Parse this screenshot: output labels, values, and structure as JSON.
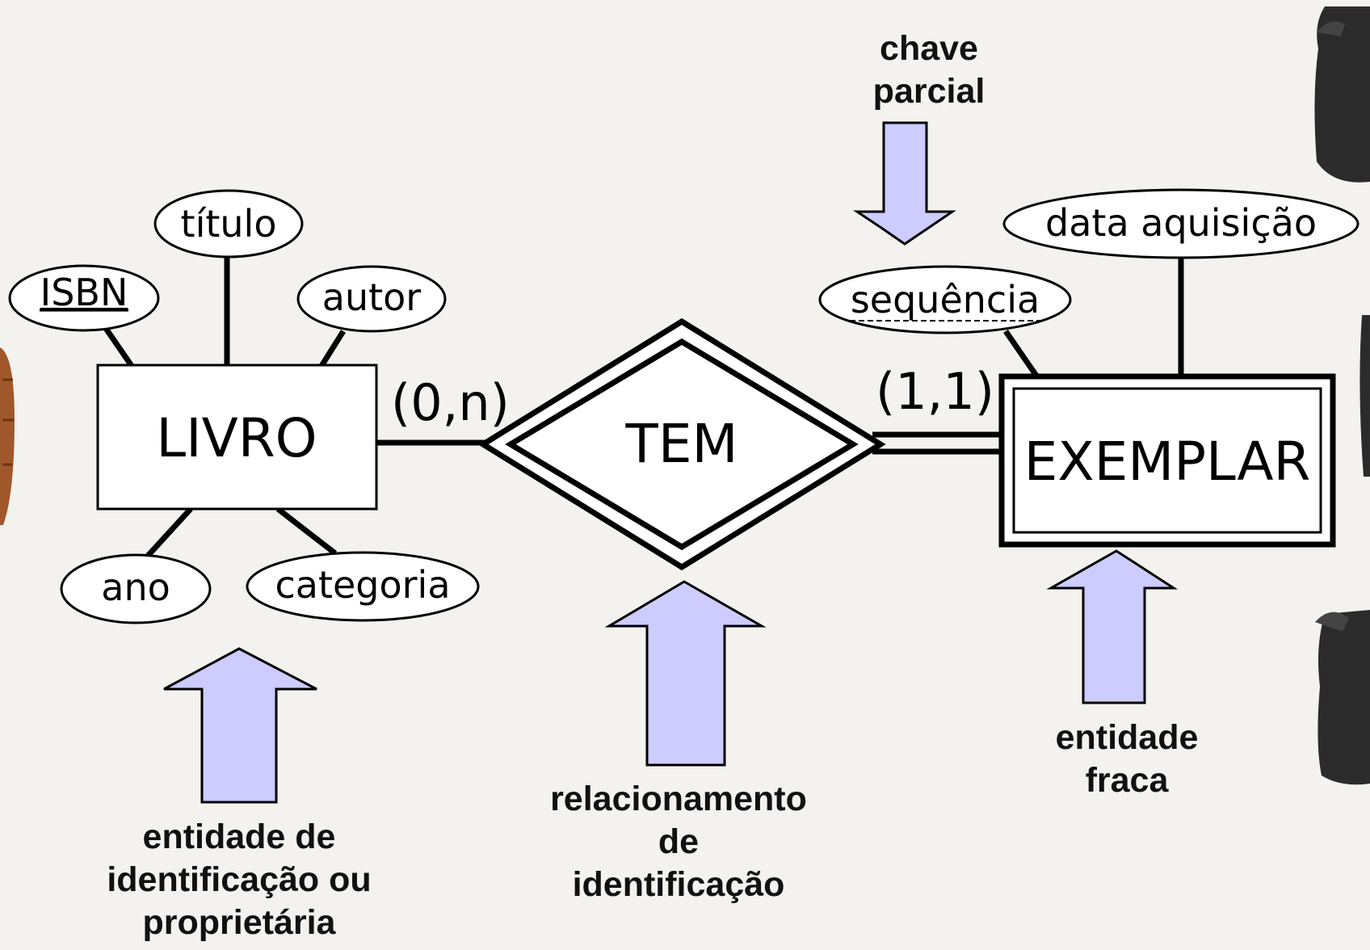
{
  "diagram": {
    "entities": {
      "livro": "LIVRO",
      "exemplar": "EXEMPLAR"
    },
    "relationship": "TEM",
    "cardinalities": {
      "livro_side": "(0,n)",
      "exemplar_side": "(1,1)"
    },
    "attributes": {
      "isbn": "ISBN",
      "titulo": "título",
      "autor": "autor",
      "ano": "ano",
      "categoria": "categoria",
      "sequencia": "sequência",
      "data_aquisicao": "data aquisição"
    }
  },
  "annotations": {
    "chave_parcial": [
      "chave",
      "parcial"
    ],
    "entidade_identificacao": [
      "entidade de",
      "identificação ou",
      "proprietária"
    ],
    "relacionamento_identificacao": [
      "relacionamento",
      "de",
      "identificação"
    ],
    "entidade_fraca": [
      "entidade",
      "fraca"
    ]
  },
  "colors": {
    "background": "#f4f2ef",
    "arrow_fill": "#ccccff",
    "stroke": "#000000",
    "decoration_dark": "#2b2b2b",
    "decoration_wood": "#a0582a"
  }
}
